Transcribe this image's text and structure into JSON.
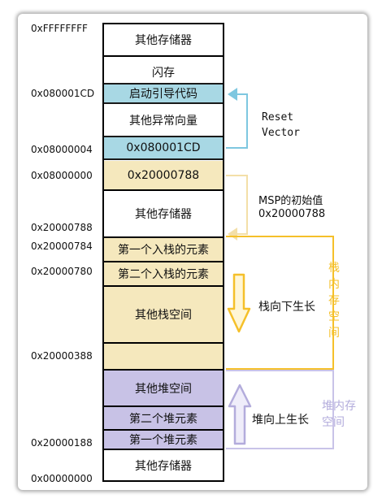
{
  "addresses": {
    "a_ffffffff": "0xFFFFFFFF",
    "a_080001cd": "0x080001CD",
    "a_08000004": "0x08000004",
    "a_08000000": "0x08000000",
    "a_20000788": "0x20000788",
    "a_20000784": "0x20000784",
    "a_20000780": "0x20000780",
    "a_20000388": "0x20000388",
    "a_20000188": "0x20000188",
    "a_00000000": "0x00000000"
  },
  "cells": {
    "other_storage_top": "其他存储器",
    "flash": "闪存",
    "boot_code": "启动引导代码",
    "other_exception_vectors": "其他异常向量",
    "reset_vector_value": "0x080001CD",
    "msp_value": "0x20000788",
    "other_storage_mid": "其他存储器",
    "first_stack_element": "第一个入栈的元素",
    "second_stack_element": "第二个入栈的元素",
    "other_stack_space": "其他栈空间",
    "other_heap_space": "其他堆空间",
    "second_heap_element": "第二个堆元素",
    "first_heap_element": "第一个堆元素",
    "other_storage_bottom": "其他存储器"
  },
  "annotations": {
    "reset_line1": "Reset",
    "reset_line2": "Vector",
    "msp_line1": "MSP的初始值",
    "msp_line2": "0x20000788",
    "stack_direction": "栈向下生长",
    "heap_direction": "堆向上生长",
    "stack_space_label": [
      "栈",
      "内",
      "存",
      "空",
      "间"
    ],
    "heap_space_line1": "堆内存",
    "heap_space_line2": "空间"
  },
  "colors": {
    "blue_cell": "#a8d8e4",
    "tan_cell": "#f5e8bd",
    "lavender_cell": "#c8c2e6",
    "reset_arrow": "#7ec7e0",
    "msp_arrow": "#f3dfa8",
    "stack_accent": "#f5c02a",
    "heap_accent": "#b3acdc"
  }
}
